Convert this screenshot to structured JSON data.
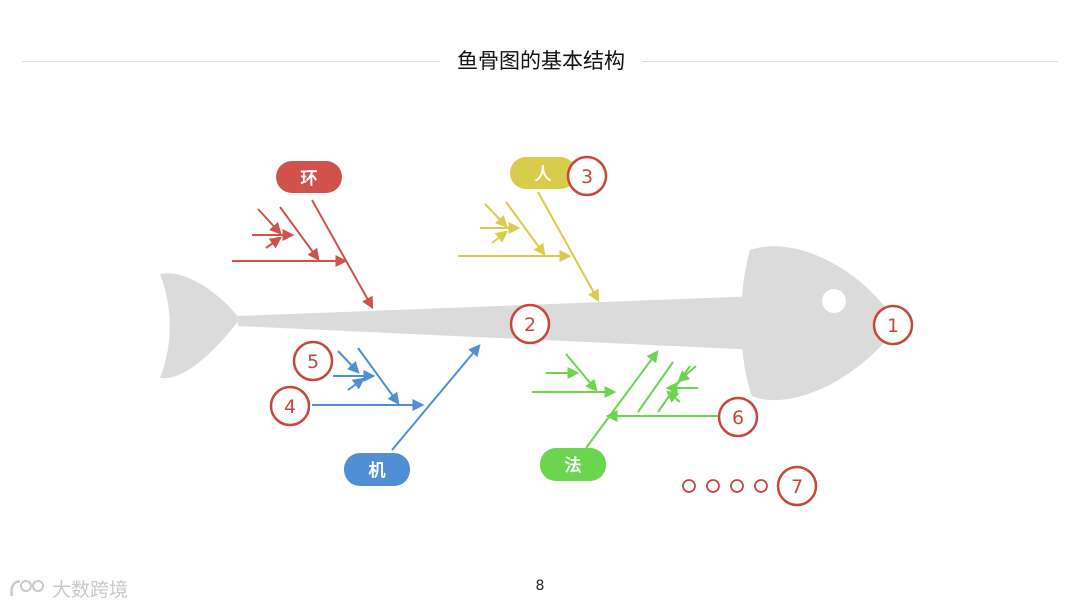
{
  "header": {
    "title": "鱼骨图的基本结构"
  },
  "categories": {
    "environment": {
      "label": "环",
      "color": "#d1524a"
    },
    "people": {
      "label": "人",
      "color": "#d8cc4a"
    },
    "machine": {
      "label": "机",
      "color": "#4f8fd6"
    },
    "method": {
      "label": "法",
      "color": "#6cd54f"
    }
  },
  "markers": [
    "1",
    "2",
    "3",
    "4",
    "5",
    "6",
    "7"
  ],
  "colors": {
    "fish": "#dbdbdb",
    "marker": "#c9463d"
  },
  "footer": {
    "page_number": "8"
  },
  "watermark": {
    "text": "大数跨境"
  }
}
